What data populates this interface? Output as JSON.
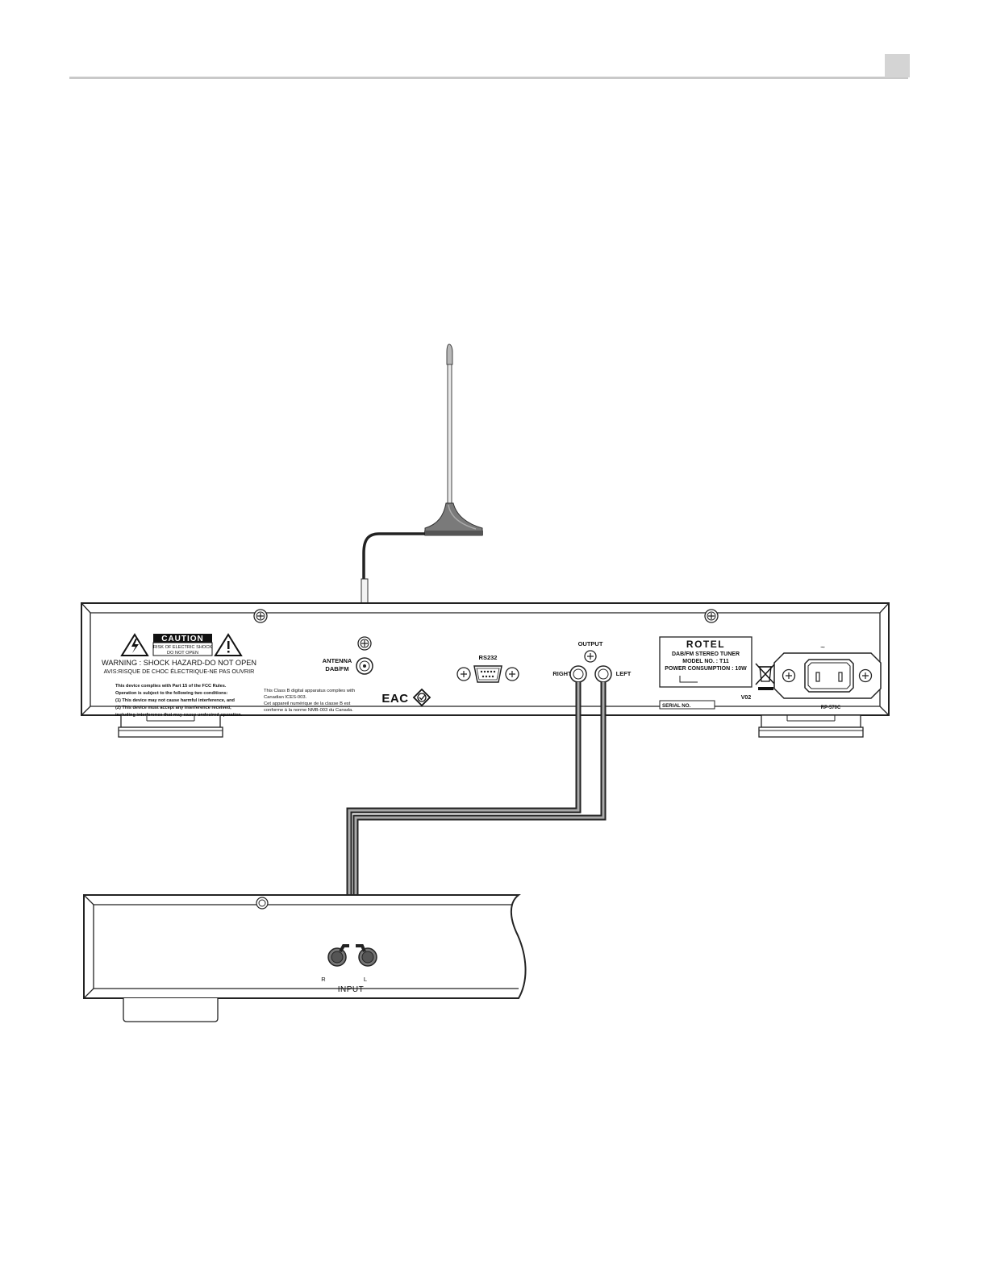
{
  "header": {
    "page_number": ""
  },
  "antenna_jack": {
    "label_line1": "ANTENNA",
    "label_line2": "DAB/FM"
  },
  "warning_panel": {
    "caution": "CAUTION",
    "shock_line1": "RISK OF ELECTRIC SHOCK",
    "shock_line2": "DO NOT OPEN",
    "warning_en": "WARNING : SHOCK HAZARD-DO NOT OPEN",
    "warning_fr": "AVIS:RISQUE DE CHOC ÉLECTRIQUE-NE PAS OUVRIR",
    "fcc_lines": [
      "This device complies with Part 15 of the FCC Rules.",
      "Operation is subject to the following two conditions:",
      "(1) This device may not cause harmful interference, and",
      "(2) This device must accept any interference received,",
      "including interference that may cause undesired operation."
    ]
  },
  "ices_notice": {
    "lines": [
      "This Class B digital apparatus complies with",
      "Canadian ICES-003.",
      "Cet appareil numérique de la classe B est",
      "conforme à la norme NMB-003 du Canada."
    ]
  },
  "certification_mark": "EAC",
  "rs232": {
    "label": "RS232"
  },
  "output": {
    "label": "OUTPUT",
    "right": "RIGHT",
    "left": "LEFT"
  },
  "rating_label": {
    "brand": "ROTEL",
    "product": "DAB/FM STEREO TUNER",
    "model": "MODEL NO. : T11",
    "power": "POWER CONSUMPTION : 10W"
  },
  "serial_label": "SERIAL NO.",
  "version_code": "V02",
  "power_inlet": {
    "ac_symbol": "~",
    "code": "RP-570C"
  },
  "amplifier_input": {
    "r": "R",
    "l": "L",
    "label": "INPUT"
  }
}
